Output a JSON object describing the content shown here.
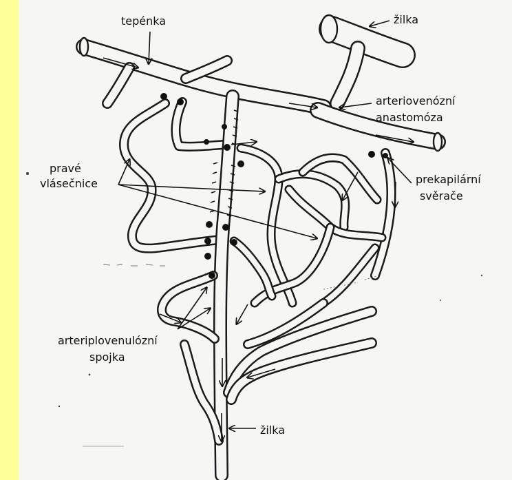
{
  "labels": {
    "tepenka": "tepénka",
    "zilka_top": "žilka",
    "anastomoza_line1": "arteriovenózní",
    "anastomoza_line2": "anastomóza",
    "prave_line1": "pravé",
    "prave_line2": "vlásečnice",
    "prekapilarni_line1": "prekapilární",
    "prekapilarni_line2": "svěrače",
    "spojka_line1": "arteriplovenulózní",
    "spojka_line2": "spojka",
    "zilka_bottom": "žilka"
  },
  "colors": {
    "page_background": "#fdfdc0",
    "left_strip": "#ffff9a",
    "scan_paper": "#f6f6f3",
    "ink": "#111111"
  }
}
